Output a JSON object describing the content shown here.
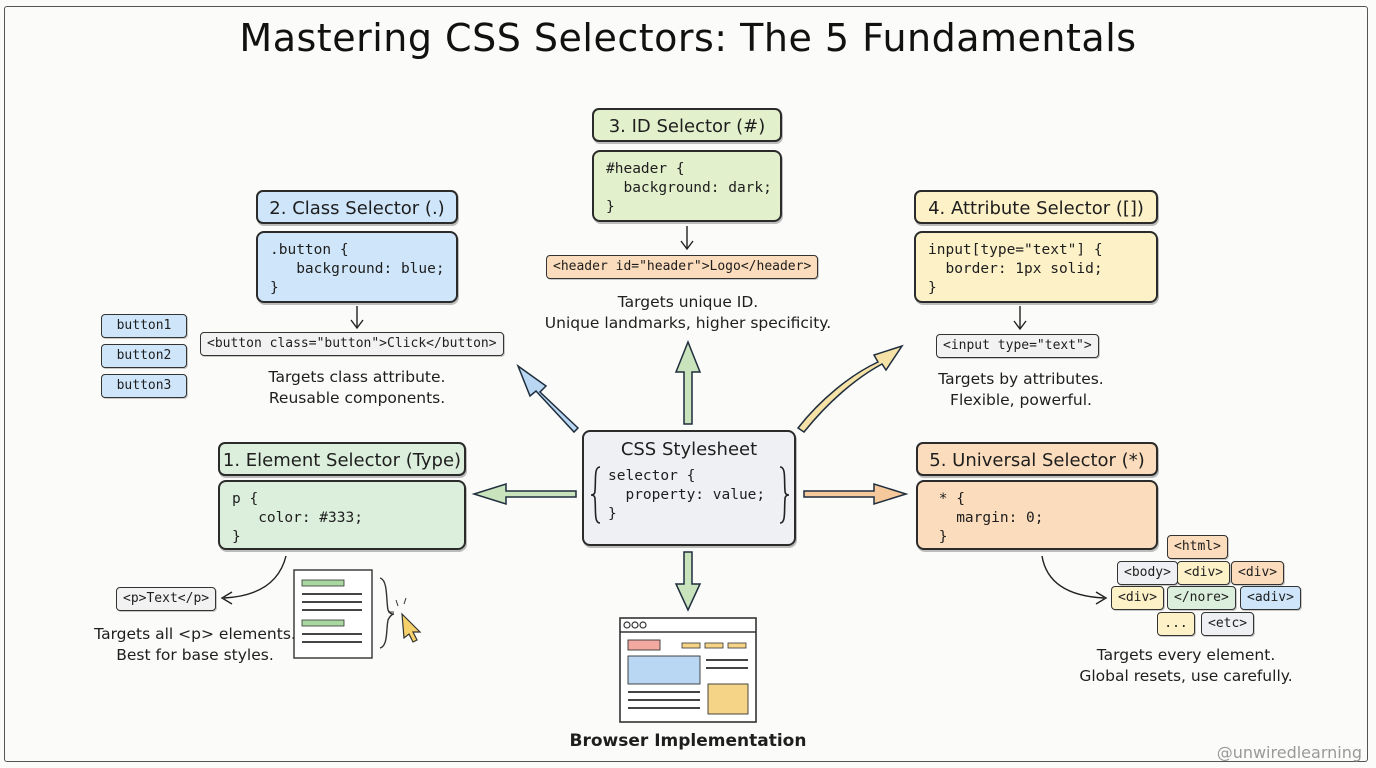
{
  "title": "Mastering CSS Selectors: The 5 Fundamentals",
  "center": {
    "title": "CSS Stylesheet",
    "code": [
      "selector {",
      "  property: value;",
      "}"
    ]
  },
  "element": {
    "header": "1. Element Selector (Type)",
    "code": [
      "p {",
      "   color: #333;",
      "}"
    ],
    "tag": "<p>Text</p>",
    "desc": [
      "Targets all <p> elements.",
      "Best for base styles."
    ]
  },
  "class": {
    "header": "2. Class Selector (.)",
    "code": [
      ".button {",
      "   background: blue;",
      "}"
    ],
    "tag": "<button class=\"button\">Click</button>",
    "desc": [
      "Targets class attribute.",
      "Reusable components."
    ],
    "buttons": [
      "button1",
      "button2",
      "button3"
    ]
  },
  "id": {
    "header": "3. ID Selector (#)",
    "code": [
      "#header {",
      "  background: dark;",
      "}"
    ],
    "tag": "<header id=\"header\">Logo</header>",
    "desc": [
      "Targets unique ID.",
      "Unique landmarks, higher specificity."
    ]
  },
  "attribute": {
    "header": "4. Attribute Selector ([])",
    "code": [
      "input[type=\"text\"] {",
      "  border: 1px solid;",
      "}"
    ],
    "tag": "<input type=\"text\">",
    "desc": [
      "Targets by attributes.",
      "Flexible, powerful."
    ]
  },
  "universal": {
    "header": "5. Universal Selector (*)",
    "code": [
      " * {",
      "   margin: 0;",
      " }"
    ],
    "tags": {
      "row1": [
        "<html>"
      ],
      "row2": [
        "<body>",
        "<div>",
        "<div>"
      ],
      "row3": [
        "<div>",
        "</nore>",
        "<adiv>"
      ],
      "row4": [
        "...",
        "<etc>"
      ]
    },
    "desc": [
      "Targets every element.",
      "Global resets, use carefully."
    ]
  },
  "browser": {
    "label": "Browser Implementation"
  },
  "credit": "@unwiredlearning",
  "colors": {
    "blue": "#cfe6fa",
    "green": "#dcefdc",
    "lime": "#e3f0cc",
    "yellow": "#fdf1c8",
    "orange": "#fbdcbc",
    "gray": "#eef0f3"
  }
}
